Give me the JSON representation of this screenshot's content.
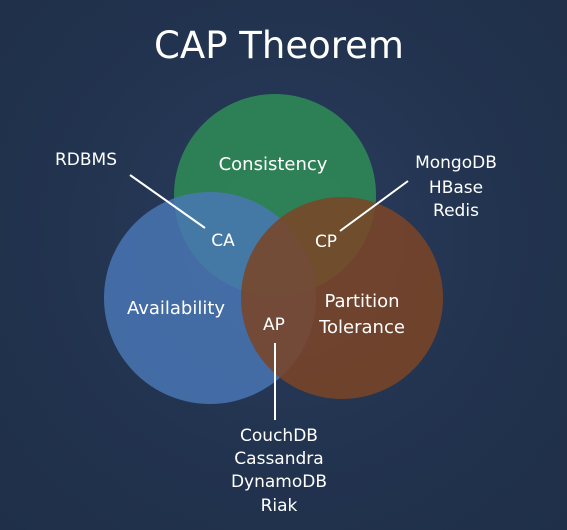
{
  "title": "CAP Theorem",
  "colors": {
    "background": "#223450",
    "consistency": "#2f8a57",
    "availability": "#4a78b7",
    "partition_tolerance": "#7b4527",
    "text": "#ffffff",
    "connector": "#ffffff"
  },
  "circles": {
    "consistency": "Consistency",
    "availability": "Availability",
    "partition_line1": "Partition",
    "partition_line2": "Tolerance"
  },
  "overlaps": {
    "ca": "CA",
    "cp": "CP",
    "ap": "AP"
  },
  "groups": {
    "ca": [
      "RDBMS"
    ],
    "cp": [
      "MongoDB",
      "HBase",
      "Redis"
    ],
    "ap": [
      "CouchDB",
      "Cassandra",
      "DynamoDB",
      "Riak"
    ]
  }
}
